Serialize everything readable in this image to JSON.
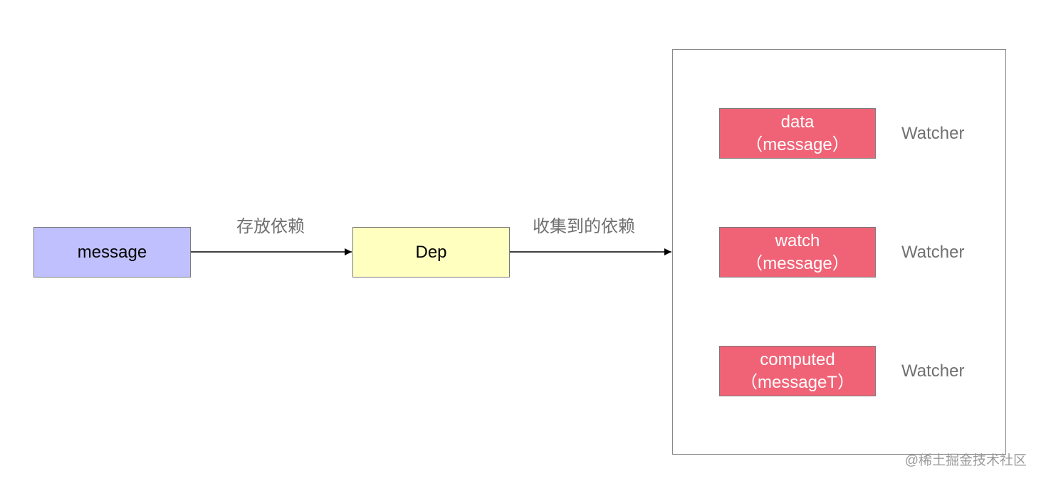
{
  "nodes": {
    "message": {
      "label": "message",
      "fill": "#c0c0ff"
    },
    "dep": {
      "label": "Dep",
      "fill": "#ffffc0"
    }
  },
  "edges": [
    {
      "from": "message",
      "to": "dep",
      "label": "存放依赖"
    },
    {
      "from": "dep",
      "to": "watchers",
      "label": "收集到的依赖"
    }
  ],
  "watchers": {
    "box_fill": "#f06377",
    "items": [
      {
        "line1": "data",
        "line2": "（message）",
        "tag": "Watcher"
      },
      {
        "line1": "watch",
        "line2": "（message）",
        "tag": "Watcher"
      },
      {
        "line1": "computed",
        "line2": "（messageT）",
        "tag": "Watcher"
      }
    ]
  },
  "watermark": "@稀土掘金技术社区"
}
